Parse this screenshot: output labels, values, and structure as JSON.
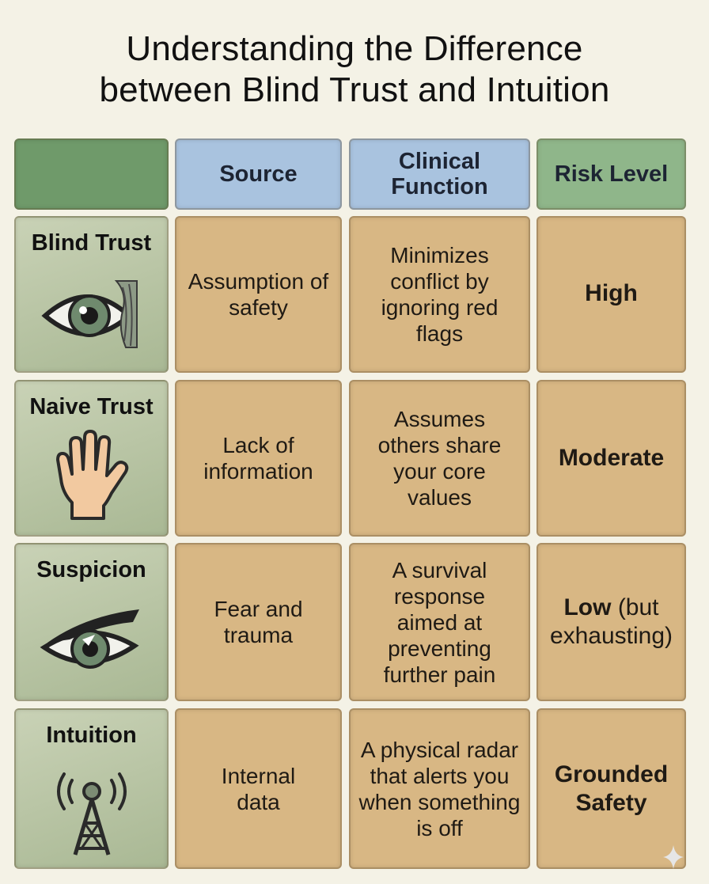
{
  "title": {
    "line1": "Understanding the Difference",
    "line2": "between Blind Trust and Intuition"
  },
  "headers": {
    "col1": "",
    "col2": "Source",
    "col3": "Clinical Function",
    "col4": "Risk Level"
  },
  "rows": [
    {
      "label": "Blind Trust",
      "icon": "eye-curtain-icon",
      "source": "Assumption of safety",
      "function": "Minimizes conflict by ignoring red flags",
      "risk_bold": "High",
      "risk_rest": ""
    },
    {
      "label": "Naive Trust",
      "icon": "open-hand-icon",
      "source": "Lack of information",
      "function": "Assumes others share your core values",
      "risk_bold": "Moderate",
      "risk_rest": ""
    },
    {
      "label": "Suspicion",
      "icon": "narrowed-eye-icon",
      "source": "Fear and trauma",
      "function": "A survival response aimed at preventing further pain",
      "risk_bold": "Low",
      "risk_rest": " (but exhausting)"
    },
    {
      "label": "Intuition",
      "icon": "radar-tower-icon",
      "source": "Internal data",
      "function": "A physical radar that alerts you when something is off",
      "risk_bold": "Grounded Safety",
      "risk_rest": ""
    }
  ],
  "colors": {
    "background": "#f4f2e6",
    "header_blue": "#a9c3df",
    "header_green": "#8fb68a",
    "cell_tan": "#d8b784",
    "label_sage": "#bcc8a9"
  }
}
